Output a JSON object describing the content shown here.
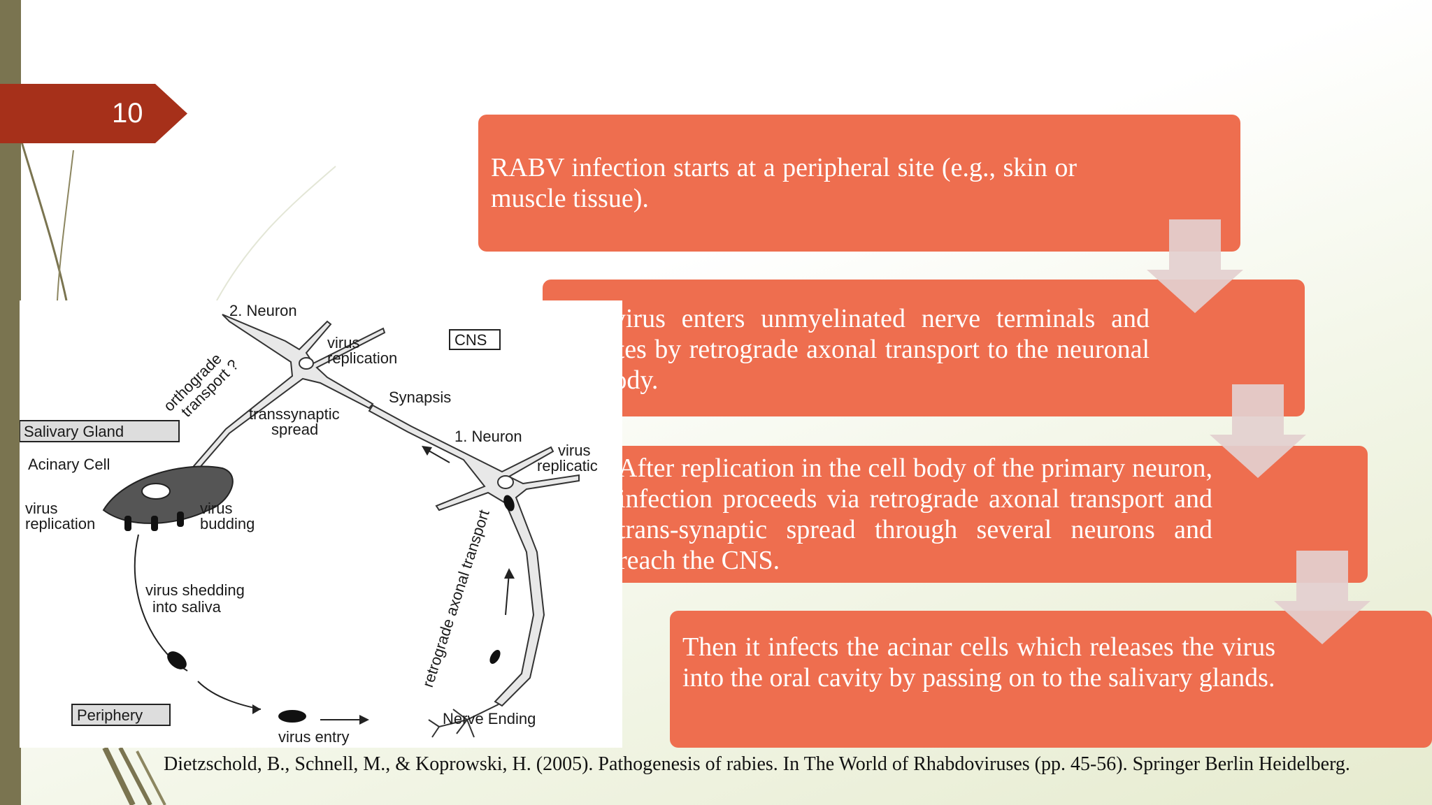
{
  "slide": {
    "number": "10"
  },
  "flow": {
    "steps": [
      {
        "text": "RABV infection starts at a peripheral site (e.g., skin or muscle tissue)."
      },
      {
        "text": "The virus enters unmyelinated nerve terminals and migrates by retrograde axonal transport to the neuronal cell body."
      },
      {
        "text": "After replication in the cell body of the primary neuron, infection proceeds via retrograde axonal transport and trans-synaptic spread through several neurons and reach the CNS."
      },
      {
        "text": "Then  it infects the acinar cells which releases the virus into the oral cavity by passing on to the salivary glands."
      }
    ]
  },
  "figure": {
    "labels": {
      "neuron2": "2. Neuron",
      "cns": "CNS",
      "virus_replication_top": "virus",
      "virus_replication_top2": "replication",
      "orthograde": "orthograde",
      "orthograde2": "transport ?",
      "synapsis": "Synapsis",
      "transsynaptic": "transsynaptic",
      "transsynaptic2": "spread",
      "salivary_gland": "Salivary  Gland",
      "neuron1": "1. Neuron",
      "virus_repl_right": "virus",
      "virus_repl_right2": "replicatic",
      "acinary_cell": "Acinary  Cell",
      "virus_replication_left": "virus",
      "virus_replication_left2": "replication",
      "virus_budding": "virus",
      "virus_budding2": "budding",
      "virus_shedding": "virus  shedding",
      "virus_shedding2": "into  saliva",
      "retrograde": "retrograde  axonal  transport",
      "periphery": "Periphery",
      "virus_entry": "virus  entry",
      "nerve_ending": "Nerve  Ending"
    }
  },
  "citation": "Dietzschold, B., Schnell, M., & Koprowski, H. (2005). Pathogenesis of rabies. In The World of Rhabdoviruses (pp. 45-56). Springer Berlin Heidelberg.",
  "colors": {
    "box": "#ee6e4f",
    "tab": "#a6301a",
    "arrow": "#e3cfcf",
    "bar": "#7a7450"
  }
}
